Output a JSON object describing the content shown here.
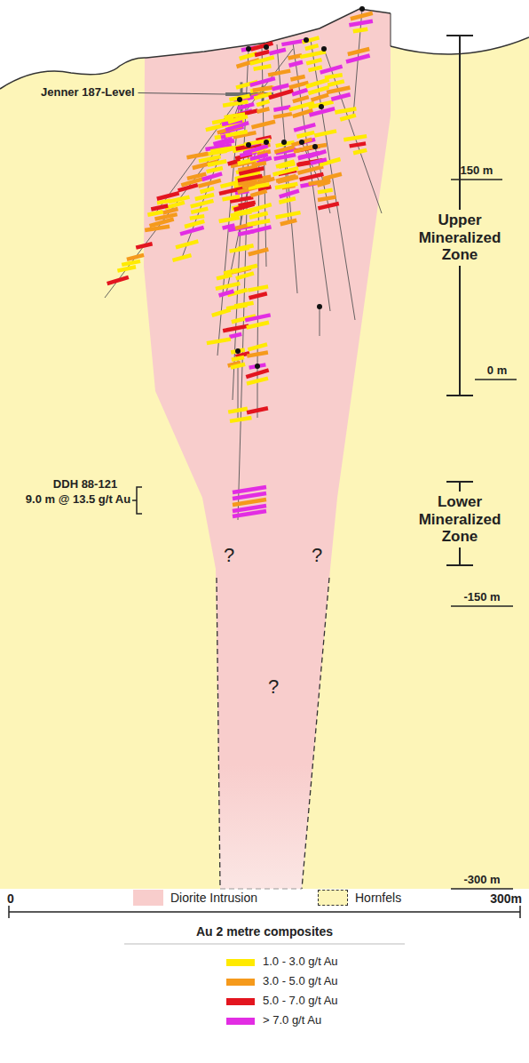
{
  "diagram": {
    "labels": [
      "Jenner 187-Level",
      "150 m",
      "Upper Mineralized Zone",
      "0 m",
      "DDH 88-121",
      "9.0 m @ 13.5 g/t Au",
      "Lower Mineralized Zone",
      "-150 m",
      "?",
      "?",
      "?",
      "-300 m",
      "0",
      "300m",
      "Au 2 metre composites"
    ],
    "legend": [
      {
        "text": "Diorite Intrusion",
        "color": "#f8cdcc"
      },
      {
        "text": "Hornfels"
      },
      {
        "text": "1.0 - 3.0 g/t Au",
        "color": "#ffea00"
      },
      {
        "text": "3.0 - 5.0 g/t Au",
        "color": "#f59a1c"
      },
      {
        "text": "5.0 - 7.0 g/t Au",
        "color": "#e3151f"
      },
      {
        "text": "> 7.0 g/t Au",
        "color": "#e22de3"
      }
    ]
  }
}
